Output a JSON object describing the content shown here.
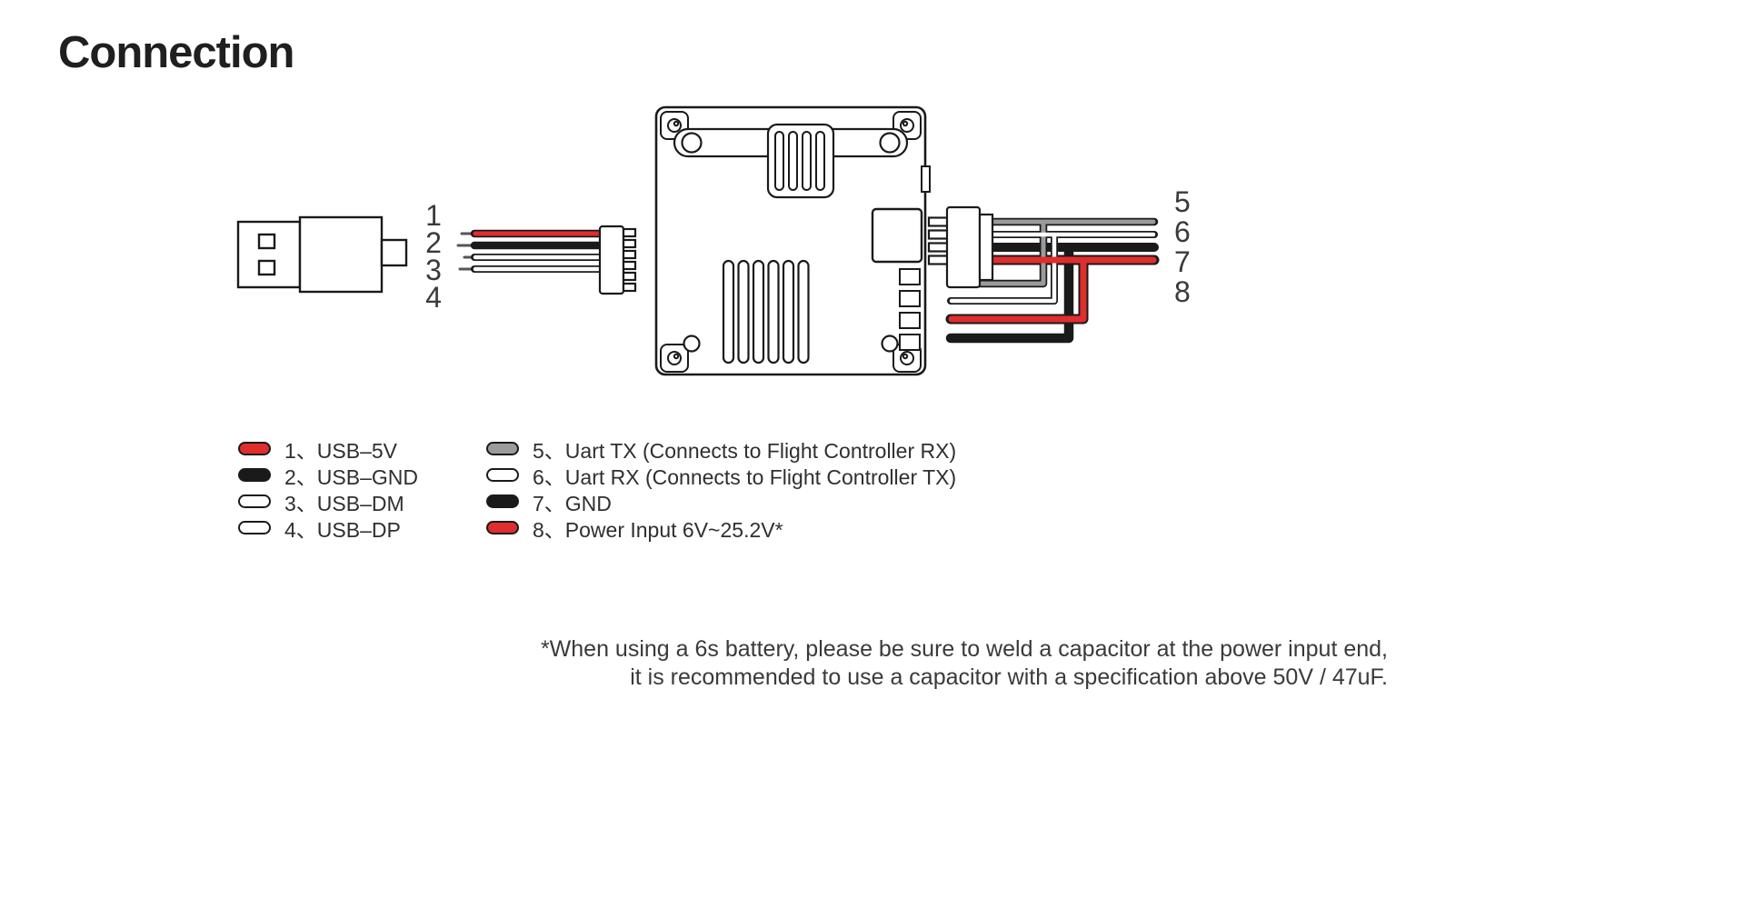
{
  "title": "Connection",
  "diagram": {
    "usb_wire_numbers": [
      "1",
      "2",
      "3",
      "4"
    ],
    "fc_wire_numbers": [
      "5",
      "6",
      "7",
      "8"
    ]
  },
  "legend": {
    "left": [
      {
        "label": "1、USB–5V",
        "swatch": "red"
      },
      {
        "label": "2、USB–GND",
        "swatch": "black"
      },
      {
        "label": "3、USB–DM",
        "swatch": "white"
      },
      {
        "label": "4、USB–DP",
        "swatch": "white"
      }
    ],
    "right": [
      {
        "label": "5、Uart TX (Connects to Flight Controller RX)",
        "swatch": "gray"
      },
      {
        "label": "6、Uart RX (Connects to Flight Controller TX)",
        "swatch": "white"
      },
      {
        "label": "7、GND",
        "swatch": "black"
      },
      {
        "label": "8、Power Input 6V~25.2V*",
        "swatch": "red"
      }
    ]
  },
  "footnote": {
    "line1": "*When using a 6s battery, please be sure to weld a capacitor at the power input end,",
    "line2": "it is recommended to use a capacitor with a specification above 50V / 47uF."
  },
  "colors": {
    "wire_red": "#e02d2d",
    "wire_black": "#1a1a1a",
    "wire_gray": "#9b9b9b",
    "wire_white": "#ffffff",
    "outline": "#1a1a1a",
    "text": "#2f2f2f"
  }
}
